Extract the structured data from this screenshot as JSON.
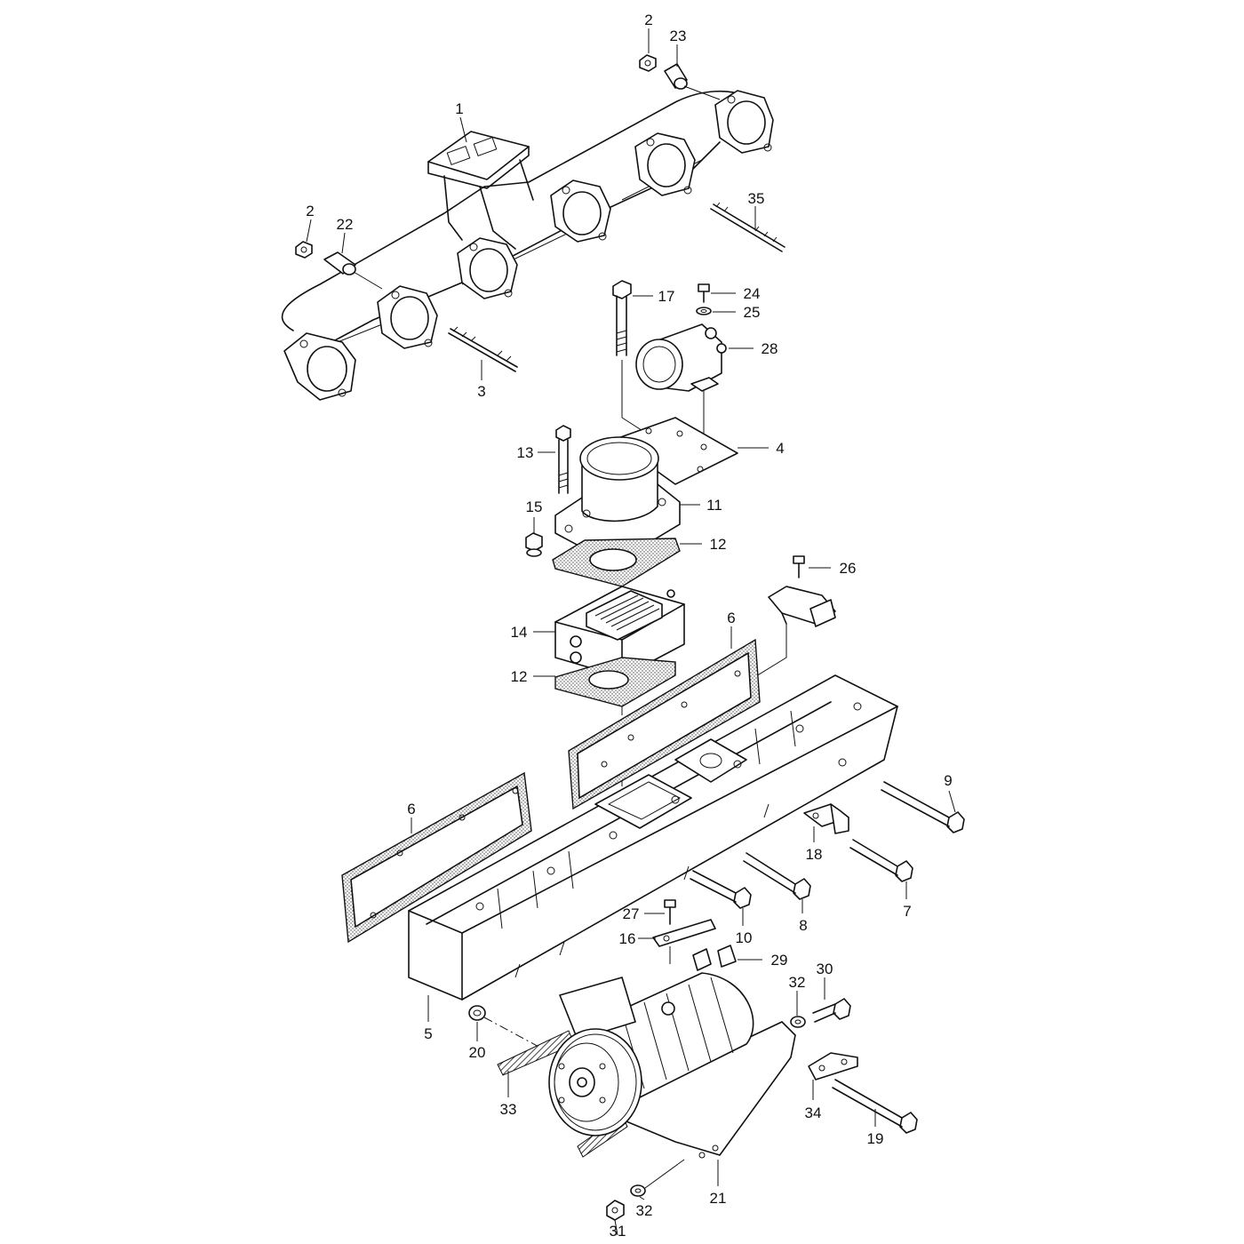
{
  "diagram": {
    "callouts": [
      {
        "id": "c2a",
        "label": "2"
      },
      {
        "id": "c23",
        "label": "23"
      },
      {
        "id": "c1",
        "label": "1"
      },
      {
        "id": "c35",
        "label": "35"
      },
      {
        "id": "c2b",
        "label": "2"
      },
      {
        "id": "c22",
        "label": "22"
      },
      {
        "id": "c3",
        "label": "3"
      },
      {
        "id": "c17",
        "label": "17"
      },
      {
        "id": "c24",
        "label": "24"
      },
      {
        "id": "c25",
        "label": "25"
      },
      {
        "id": "c28",
        "label": "28"
      },
      {
        "id": "c4",
        "label": "4"
      },
      {
        "id": "c13",
        "label": "13"
      },
      {
        "id": "c11",
        "label": "11"
      },
      {
        "id": "c15",
        "label": "15"
      },
      {
        "id": "c12a",
        "label": "12"
      },
      {
        "id": "c26",
        "label": "26"
      },
      {
        "id": "c14",
        "label": "14"
      },
      {
        "id": "c6a",
        "label": "6"
      },
      {
        "id": "c12b",
        "label": "12"
      },
      {
        "id": "c6b",
        "label": "6"
      },
      {
        "id": "c9",
        "label": "9"
      },
      {
        "id": "c18",
        "label": "18"
      },
      {
        "id": "c7",
        "label": "7"
      },
      {
        "id": "c8",
        "label": "8"
      },
      {
        "id": "c27",
        "label": "27"
      },
      {
        "id": "c10",
        "label": "10"
      },
      {
        "id": "c16",
        "label": "16"
      },
      {
        "id": "c29",
        "label": "29"
      },
      {
        "id": "c30",
        "label": "30"
      },
      {
        "id": "c32a",
        "label": "32"
      },
      {
        "id": "c5",
        "label": "5"
      },
      {
        "id": "c20",
        "label": "20"
      },
      {
        "id": "c33",
        "label": "33"
      },
      {
        "id": "c34",
        "label": "34"
      },
      {
        "id": "c19",
        "label": "19"
      },
      {
        "id": "c21",
        "label": "21"
      },
      {
        "id": "c32b",
        "label": "32"
      },
      {
        "id": "c31",
        "label": "31"
      }
    ]
  }
}
